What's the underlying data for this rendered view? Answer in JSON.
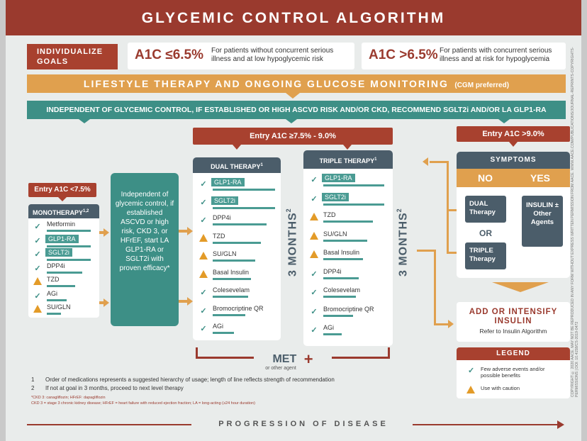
{
  "title": "GLYCEMIC CONTROL ALGORITHM",
  "goals": {
    "label": "INDIVIDUALIZE GOALS",
    "left": {
      "target": "A1C ≤6.5%",
      "desc": "For patients without concurrent serious illness and at low hypoglycemic risk"
    },
    "right": {
      "target": "A1C >6.5%",
      "desc": "For patients with concurrent serious illness and at risk for hypoglycemia"
    }
  },
  "lifestyle": {
    "text": "LIFESTYLE THERAPY AND ONGOING GLUCOSE MONITORING",
    "note": "(CGM preferred)"
  },
  "independent_banner": "INDEPENDENT OF GLYCEMIC CONTROL, IF ESTABLISHED OR HIGH ASCVD RISK AND/OR CKD, RECOMMEND SGLT2i AND/OR LA GLP1-RA",
  "mono": {
    "entry": "Entry A1C <7.5%",
    "header": "MONOTHERAPY",
    "header_sup": "1,2",
    "meds": [
      {
        "name": "Metformin",
        "icon": "check-icon",
        "highlight": false
      },
      {
        "name": "GLP1-RA",
        "icon": "check-icon",
        "highlight": true
      },
      {
        "name": "SGLT2i",
        "icon": "check-icon",
        "highlight": true
      },
      {
        "name": "DPP4i",
        "icon": "check-icon",
        "highlight": false
      },
      {
        "name": "TZD",
        "icon": "caution-icon",
        "highlight": false
      },
      {
        "name": "AGi",
        "icon": "check-icon",
        "highlight": false
      },
      {
        "name": "SU/GLN",
        "icon": "caution-icon",
        "highlight": false
      }
    ]
  },
  "independent_box": "Independent of glycemic control, if established ASCVD or high risk, CKD 3, or HFrEF, start LA GLP1-RA or SGLT2i with proven efficacy*",
  "dual": {
    "entry": "Entry A1C ≥7.5% - 9.0%",
    "header": "DUAL THERAPY",
    "header_sup": "1",
    "meds": [
      {
        "name": "GLP1-RA",
        "icon": "check-icon",
        "highlight": true
      },
      {
        "name": "SGLT2i",
        "icon": "check-icon",
        "highlight": true
      },
      {
        "name": "DPP4i",
        "icon": "check-icon",
        "highlight": false
      },
      {
        "name": "TZD",
        "icon": "caution-icon",
        "highlight": false
      },
      {
        "name": "SU/GLN",
        "icon": "caution-icon",
        "highlight": false
      },
      {
        "name": "Basal Insulin",
        "icon": "caution-icon",
        "highlight": false
      },
      {
        "name": "Colesevelam",
        "icon": "check-icon",
        "highlight": false
      },
      {
        "name": "Bromocriptine QR",
        "icon": "check-icon",
        "highlight": false
      },
      {
        "name": "AGi",
        "icon": "check-icon",
        "highlight": false
      }
    ]
  },
  "triple": {
    "header": "TRIPLE THERAPY",
    "header_sup": "1",
    "meds": [
      {
        "name": "GLP1-RA",
        "icon": "check-icon",
        "highlight": true
      },
      {
        "name": "SGLT2i",
        "icon": "check-icon",
        "highlight": true
      },
      {
        "name": "TZD",
        "icon": "caution-icon",
        "highlight": false
      },
      {
        "name": "SU/GLN",
        "icon": "caution-icon",
        "highlight": false
      },
      {
        "name": "Basal Insulin",
        "icon": "caution-icon",
        "highlight": false
      },
      {
        "name": "DPP4i",
        "icon": "check-icon",
        "highlight": false
      },
      {
        "name": "Colesevelam",
        "icon": "check-icon",
        "highlight": false
      },
      {
        "name": "Bromocriptine QR",
        "icon": "check-icon",
        "highlight": false
      },
      {
        "name": "AGi",
        "icon": "check-icon",
        "highlight": false
      }
    ]
  },
  "months_label": "3 MONTHS",
  "months_sup": "2",
  "met": {
    "label": "MET",
    "sub": "or other agent",
    "plus": "+"
  },
  "entry_high": "Entry A1C >9.0%",
  "symptoms": {
    "header": "SYMPTOMS",
    "no": "NO",
    "yes": "YES",
    "dual": "DUAL Therapy",
    "or": "OR",
    "triple": "TRIPLE Therapy",
    "insulin": "INSULIN ± Other Agents"
  },
  "add_insulin": {
    "title": "ADD OR INTENSIFY INSULIN",
    "sub": "Refer to Insulin Algorithm"
  },
  "legend": {
    "header": "LEGEND",
    "items": [
      {
        "icon": "check-icon",
        "text": "Few adverse events and/or possible benefits"
      },
      {
        "icon": "caution-icon",
        "text": "Use with caution"
      }
    ]
  },
  "footnotes": [
    {
      "num": "1",
      "text": "Order of medications represents a suggested hierarchy of usage; length of line reflects strength of recommendation"
    },
    {
      "num": "2",
      "text": "If not at goal in 3 months, proceed to next level therapy"
    }
  ],
  "fine_print": [
    "*CKD 3: canagliflozin; HFrEF: dapagliflozin",
    "CKD 3 = stage 3 chronic kidney disease; HFrEF = heart failure with reduced ejection fraction; LA = long-acting (≥24 hour duration)"
  ],
  "progression": "PROGRESSION OF DISEASE",
  "copyright": "COPYRIGHT © 2020 AACE. MAY NOT BE REPRODUCED IN ANY FORM WITHOUT EXPRESS WRITTEN PERMISSION FROM AACE. WWW.AACE.COM/PUBLICATIONS/JOURNAL-REPRINTS-COPYRIGHTS-PERMISSIONS | DOI: 10.4158/CS-2019-0472",
  "colors": {
    "brand_red": "#9a3a2e",
    "teal": "#3d8f86",
    "orange": "#e0a04e",
    "slate": "#4b5d6a"
  }
}
